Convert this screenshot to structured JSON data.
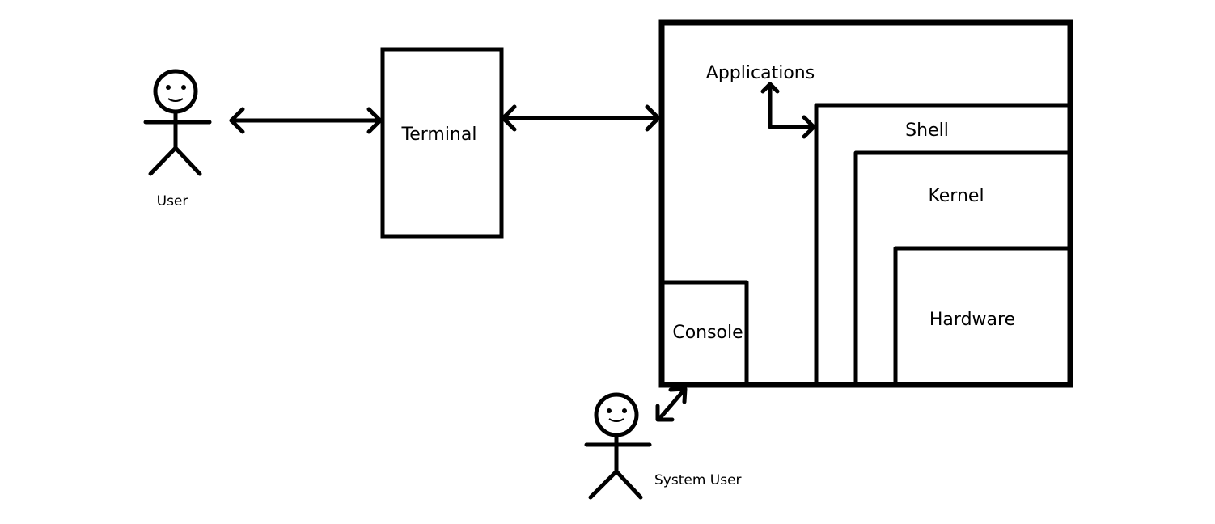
{
  "diagram": {
    "actors": {
      "user": {
        "label": "User"
      },
      "system_user": {
        "label": "System User"
      }
    },
    "nodes": {
      "terminal": {
        "label": "Terminal"
      },
      "applications": {
        "label": "Applications"
      },
      "shell": {
        "label": "Shell"
      },
      "kernel": {
        "label": "Kernel"
      },
      "hardware": {
        "label": "Hardware"
      },
      "console": {
        "label": "Console"
      }
    },
    "edges": [
      {
        "from": "User",
        "to": "Terminal",
        "direction": "bidirectional"
      },
      {
        "from": "Terminal",
        "to": "Applications",
        "direction": "bidirectional"
      },
      {
        "from": "Applications",
        "to": "Shell",
        "direction": "bidirectional"
      },
      {
        "from": "System User",
        "to": "Console",
        "direction": "bidirectional"
      }
    ],
    "colors": {
      "stroke": "#000000",
      "background": "#ffffff"
    }
  }
}
